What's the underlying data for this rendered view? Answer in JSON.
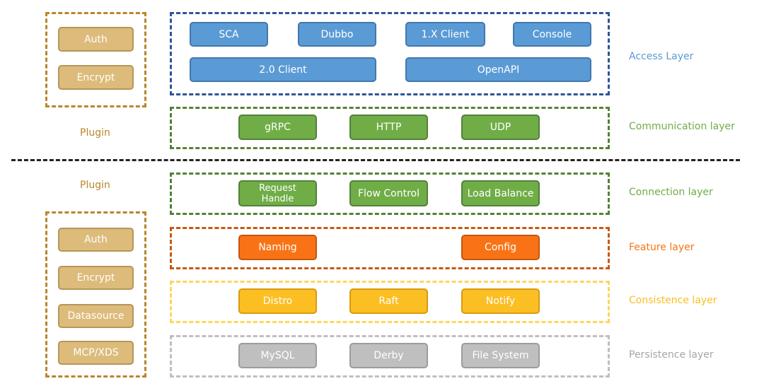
{
  "colors": {
    "access": "#5b9bd5",
    "access_border": "#2f5597",
    "communication": "#70ad47",
    "connection": "#70ad47",
    "feature": "#f97316",
    "feature_border": "#c65911",
    "consistence": "#fbbf24",
    "persistence": "#bfbfbf",
    "plugin": "#ddbb7a",
    "plugin_border": "#b8862b",
    "divider": "#222222"
  },
  "plugins_top": {
    "label": "Plugin",
    "items": [
      "Auth",
      "Encrypt"
    ]
  },
  "plugins_bottom": {
    "label": "Plugin",
    "items": [
      "Auth",
      "Encrypt",
      "Datasource",
      "MCP/XDS"
    ]
  },
  "layers": {
    "access": {
      "label": "Access Layer",
      "row1": [
        "SCA",
        "Dubbo",
        "1.X Client",
        "Console"
      ],
      "row2": [
        "2.0 Client",
        "OpenAPI"
      ]
    },
    "communication": {
      "label": "Communication layer",
      "items": [
        "gRPC",
        "HTTP",
        "UDP"
      ]
    },
    "connection": {
      "label": "Connection layer",
      "items": [
        "Request\nHandle",
        "Flow Control",
        "Load Balance"
      ]
    },
    "feature": {
      "label": "Feature layer",
      "items": [
        "Naming",
        "Config"
      ]
    },
    "consistence": {
      "label": "Consistence layer",
      "items": [
        "Distro",
        "Raft",
        "Notify"
      ]
    },
    "persistence": {
      "label": "Persistence layer",
      "items": [
        "MySQL",
        "Derby",
        "File System"
      ]
    }
  }
}
